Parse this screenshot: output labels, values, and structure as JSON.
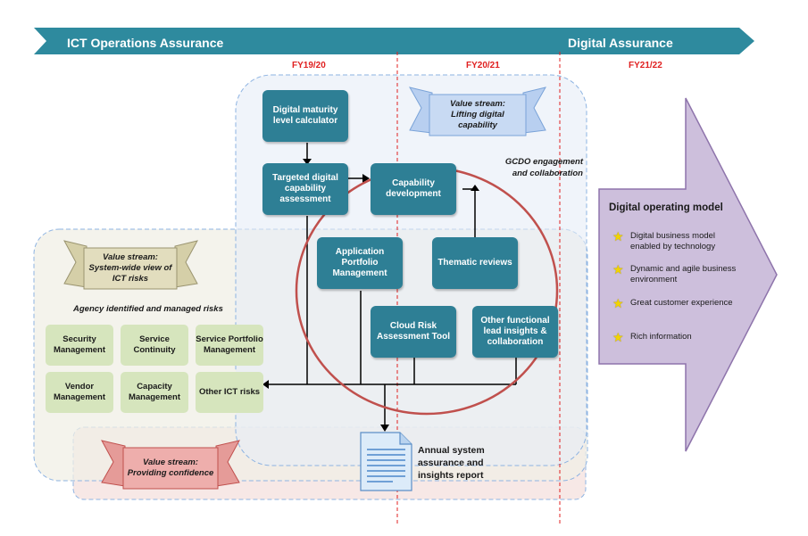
{
  "banner": {
    "left_label": "ICT Operations Assurance",
    "right_label": "Digital Assurance",
    "color": "#2e8a9e"
  },
  "fiscal_years": {
    "fy1": "FY19/20",
    "fy2": "FY20/21",
    "fy3": "FY21/22",
    "color": "#e02020"
  },
  "value_streams": {
    "lifting": "Value stream:\nLifting digital capability",
    "system_wide": "Value stream:\nSystem-wide view of ICT risks",
    "confidence": "Value stream:\nProviding confidence"
  },
  "labels": {
    "gcdo": "GCDO engagement\nand collaboration",
    "agency": "Agency identified and managed risks"
  },
  "teal_boxes": {
    "maturity": "Digital maturity level calculator",
    "targeted": "Targeted digital capability assessment",
    "capability_dev": "Capability development",
    "app_portfolio": "Application Portfolio Management",
    "thematic": "Thematic reviews",
    "cloud_risk": "Cloud Risk Assessment Tool",
    "other_functional": "Other functional lead insights & collaboration"
  },
  "green_boxes": {
    "security": "Security Management",
    "service_cont": "Service Continuity",
    "service_port": "Service Portfolio Management",
    "vendor": "Vendor Management",
    "capacity": "Capacity Management",
    "other_ict": "Other ICT risks"
  },
  "report": {
    "label": "Annual system assurance and insights report"
  },
  "operating_model": {
    "title": "Digital operating model",
    "items": [
      "Digital business model enabled by technology",
      "Dynamic and agile business environment",
      "Great customer experience",
      "Rich information"
    ],
    "color": "#cdbfdc"
  },
  "colors": {
    "teal_box": "#2e7f95",
    "green_box": "#d6e5bd",
    "circle": "#c0504d"
  }
}
